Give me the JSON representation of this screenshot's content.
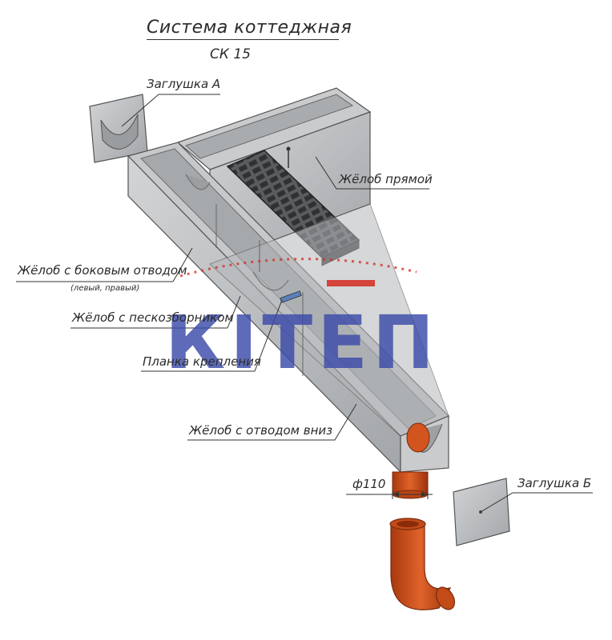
{
  "title": "Система коттеджная",
  "subtitle": "СК 15",
  "labels": {
    "cap_a": "Заглушка А",
    "straight_channel": "Жёлоб прямой",
    "side_outlet_channel": "Жёлоб с боковым отводом",
    "side_outlet_note": "(левый, правый)",
    "sand_trap_channel": "Жёлоб с пескозборником",
    "mounting_strip": "Планка крепления",
    "bottom_outlet_channel": "Жёлоб с отводом вниз",
    "diameter": "ф110",
    "cap_b": "Заглушка Б"
  },
  "watermark": {
    "text": "КІТЕП",
    "color": "#3b4aa8",
    "accent": "#d42a1f"
  },
  "colors": {
    "concrete": "#b7b9bb",
    "concrete_dark": "#8c8f92",
    "grate": "#4d4f52",
    "pipe": "#d2541e",
    "line": "#2b2b2b"
  }
}
